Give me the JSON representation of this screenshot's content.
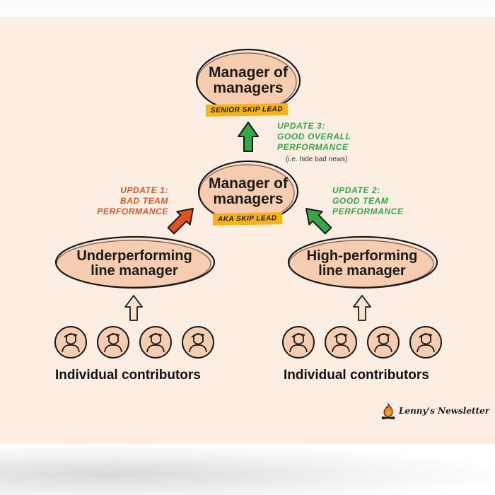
{
  "top_node": {
    "title_line1": "Manager of",
    "title_line2": "managers",
    "tag": "SENIOR SKIP LEAD"
  },
  "middle_node": {
    "title_line1": "Manager of",
    "title_line2": "managers",
    "tag": "AKA SKIP LEAD"
  },
  "left_manager": {
    "title_line1": "Underperforming",
    "title_line2": "line manager"
  },
  "right_manager": {
    "title_line1": "High-performing",
    "title_line2": "line manager"
  },
  "updates": {
    "update1": {
      "line1": "UPDATE 1:",
      "line2": "BAD TEAM",
      "line3": "PERFORMANCE",
      "color": "#e2541f"
    },
    "update2": {
      "line1": "UPDATE 2:",
      "line2": "GOOD TEAM",
      "line3": "PERFORMANCE",
      "color": "#35a845"
    },
    "update3": {
      "line1": "UPDATE 3:",
      "line2": "GOOD OVERALL",
      "line3": "PERFORMANCE",
      "note": "(i.e. hide bad news)",
      "color": "#35a845"
    }
  },
  "groups": {
    "left_label": "Individual contributors",
    "right_label": "Individual contributors"
  },
  "brand": {
    "name": "Lenny's Newsletter",
    "icon": "campfire-icon"
  },
  "colors": {
    "background": "#fdeee4",
    "node_fill": "#f6cdb0",
    "tag_fill": "#f6b21b",
    "red_arrow": "#e2541f",
    "green_arrow": "#35a845"
  }
}
